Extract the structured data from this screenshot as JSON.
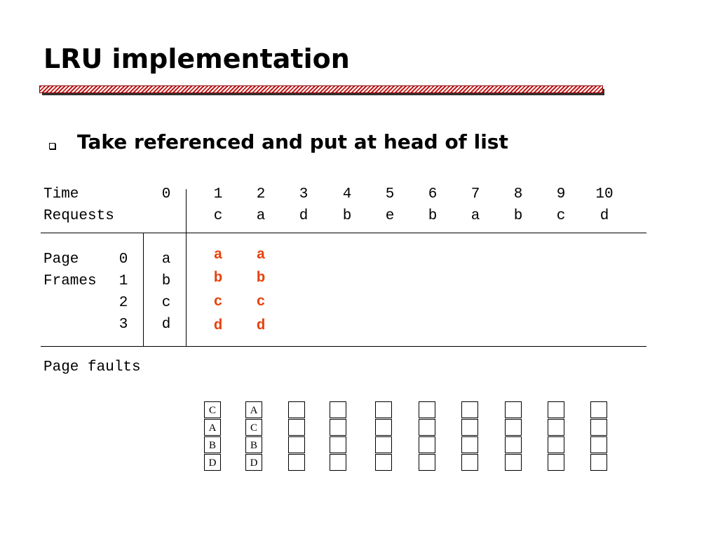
{
  "slide": {
    "title": "LRU implementation",
    "bullet": "Take referenced and put at head of list"
  },
  "table": {
    "time_label": "Time",
    "requests_label": "Requests",
    "page_label": "Page",
    "frames_label": "Frames",
    "page_faults_label": "Page faults",
    "time_zero": "0",
    "times": [
      "1",
      "2",
      "3",
      "4",
      "5",
      "6",
      "7",
      "8",
      "9",
      "10"
    ],
    "requests": [
      "c",
      "a",
      "d",
      "b",
      "e",
      "b",
      "a",
      "b",
      "c",
      "d"
    ],
    "frame_numbers": [
      "0",
      "1",
      "2",
      "3"
    ],
    "initial_frames": [
      "a",
      "b",
      "c",
      "d"
    ],
    "frames_at_time": [
      [
        "a",
        "b",
        "c",
        "d"
      ],
      [
        "a",
        "b",
        "c",
        "d"
      ]
    ],
    "lru_stacks": [
      [
        "C",
        "A",
        "B",
        "D"
      ],
      [
        "A",
        "C",
        "B",
        "D"
      ],
      [
        "",
        "",
        "",
        ""
      ],
      [
        "",
        "",
        "",
        ""
      ],
      [
        "",
        "",
        "",
        ""
      ],
      [
        "",
        "",
        "",
        ""
      ],
      [
        "",
        "",
        "",
        ""
      ],
      [
        "",
        "",
        "",
        ""
      ],
      [
        "",
        "",
        "",
        ""
      ],
      [
        "",
        "",
        "",
        ""
      ]
    ]
  },
  "colors": {
    "highlight": "#e8420c",
    "rule": "#c41a1a"
  }
}
